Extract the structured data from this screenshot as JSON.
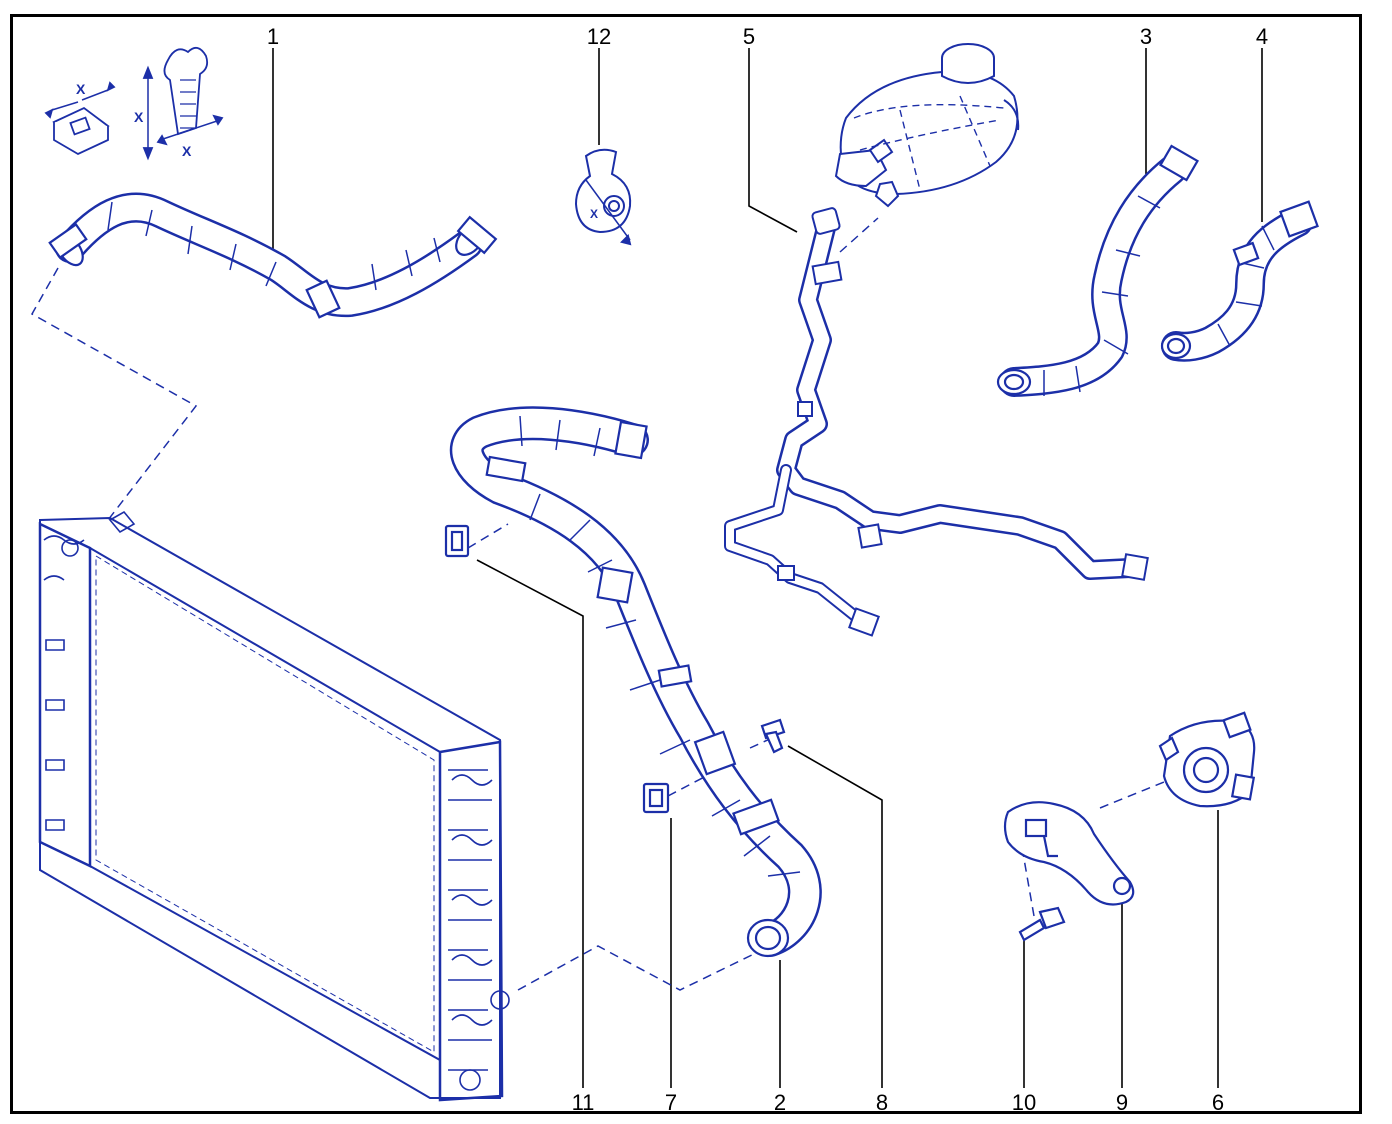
{
  "colors": {
    "line": "#1c2fa8",
    "fill": "#ffffff",
    "leader": "#000000",
    "frame": "#000000"
  },
  "detail_labels": {
    "x": "X"
  },
  "parts": [
    {
      "id": "part-1",
      "number": "1"
    },
    {
      "id": "part-2",
      "number": "2"
    },
    {
      "id": "part-3",
      "number": "3"
    },
    {
      "id": "part-4",
      "number": "4"
    },
    {
      "id": "part-5",
      "number": "5"
    },
    {
      "id": "part-6",
      "number": "6"
    },
    {
      "id": "part-7",
      "number": "7"
    },
    {
      "id": "part-8",
      "number": "8"
    },
    {
      "id": "part-9",
      "number": "9"
    },
    {
      "id": "part-10",
      "number": "10"
    },
    {
      "id": "part-11",
      "number": "11"
    },
    {
      "id": "part-12",
      "number": "12"
    }
  ]
}
